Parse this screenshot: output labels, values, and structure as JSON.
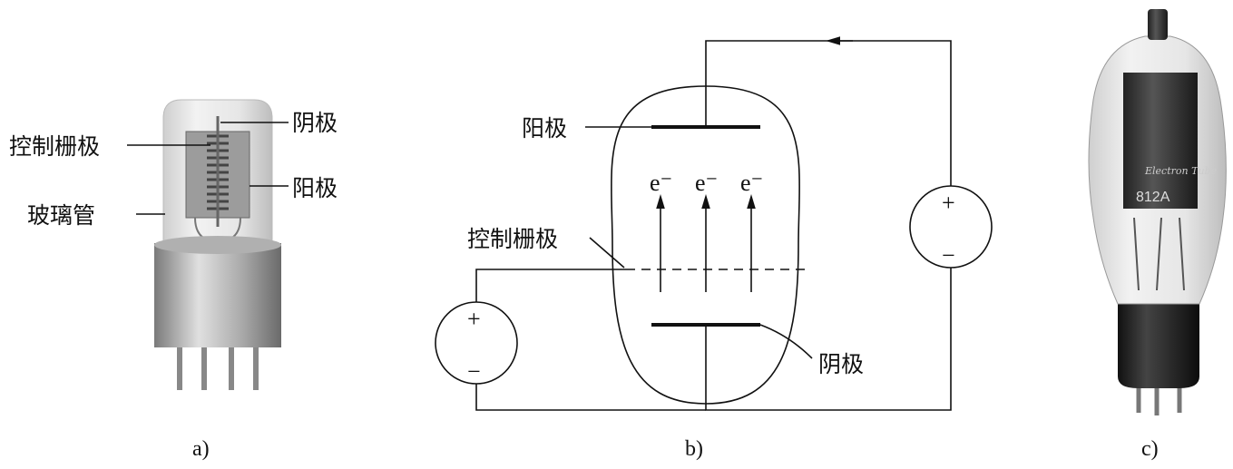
{
  "panel_a": {
    "caption": "a)",
    "labels": {
      "cathode": "阴极",
      "control_grid": "控制栅极",
      "anode": "阳极",
      "glass_tube": "玻璃管"
    }
  },
  "panel_b": {
    "caption": "b)",
    "labels": {
      "anode": "阳极",
      "control_grid": "控制栅极",
      "cathode": "阴极"
    },
    "electron": "e⁻",
    "plus": "+",
    "minus": "−"
  },
  "panel_c": {
    "caption": "c)",
    "tube_brand": "Electron Tube",
    "tube_model": "812A"
  }
}
